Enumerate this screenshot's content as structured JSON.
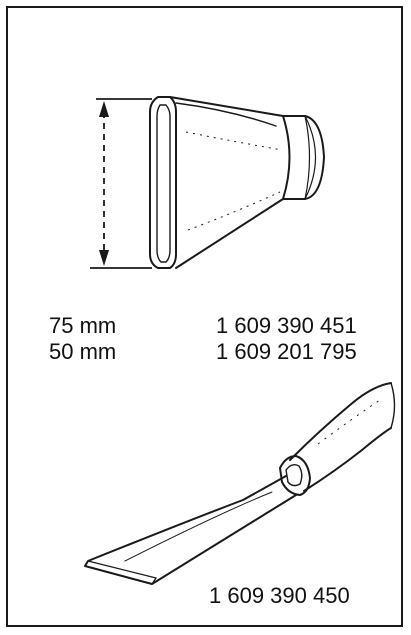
{
  "nozzle": {
    "sizes": [
      {
        "width": "75 mm",
        "part_number": "1 609 390 451"
      },
      {
        "width": "50 mm",
        "part_number": "1 609 201 795"
      }
    ]
  },
  "scraper": {
    "part_number": "1 609 390 450"
  },
  "icons": {
    "nozzle": "wide-slot-nozzle-icon",
    "dimension": "dimension-arrow-icon",
    "scraper": "scraper-icon"
  },
  "colors": {
    "line": "#1a1a1a",
    "background": "#ffffff"
  }
}
